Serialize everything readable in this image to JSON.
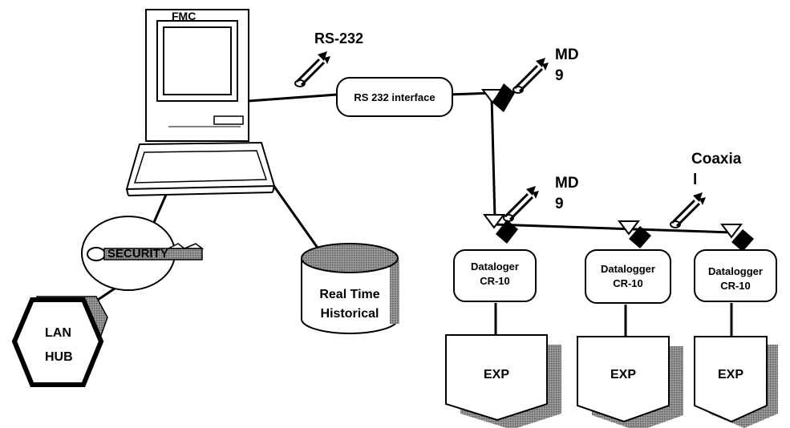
{
  "computer": {
    "label": "FMC"
  },
  "link_labels": {
    "rs232": "RS-232",
    "md9_top_line1": "MD",
    "md9_top_line2": "9",
    "md9_mid_line1": "MD",
    "md9_mid_line2": "9",
    "coaxial_line1": "Coaxia",
    "coaxial_line2": "l"
  },
  "interface": {
    "label": "RS 232 interface"
  },
  "security": {
    "label": "SECURITY"
  },
  "hub": {
    "line1": "LAN",
    "line2": "HUB"
  },
  "database": {
    "line1": "Real Time",
    "line2": "Historical"
  },
  "dataloggers": [
    {
      "line1": "Dataloger",
      "line2": "CR-10"
    },
    {
      "line1": "Datalogger",
      "line2": "CR-10"
    },
    {
      "line1": "Datalogger",
      "line2": "CR-10"
    }
  ],
  "expansions": [
    {
      "label": "EXP"
    },
    {
      "label": "EXP"
    },
    {
      "label": "EXP"
    }
  ]
}
